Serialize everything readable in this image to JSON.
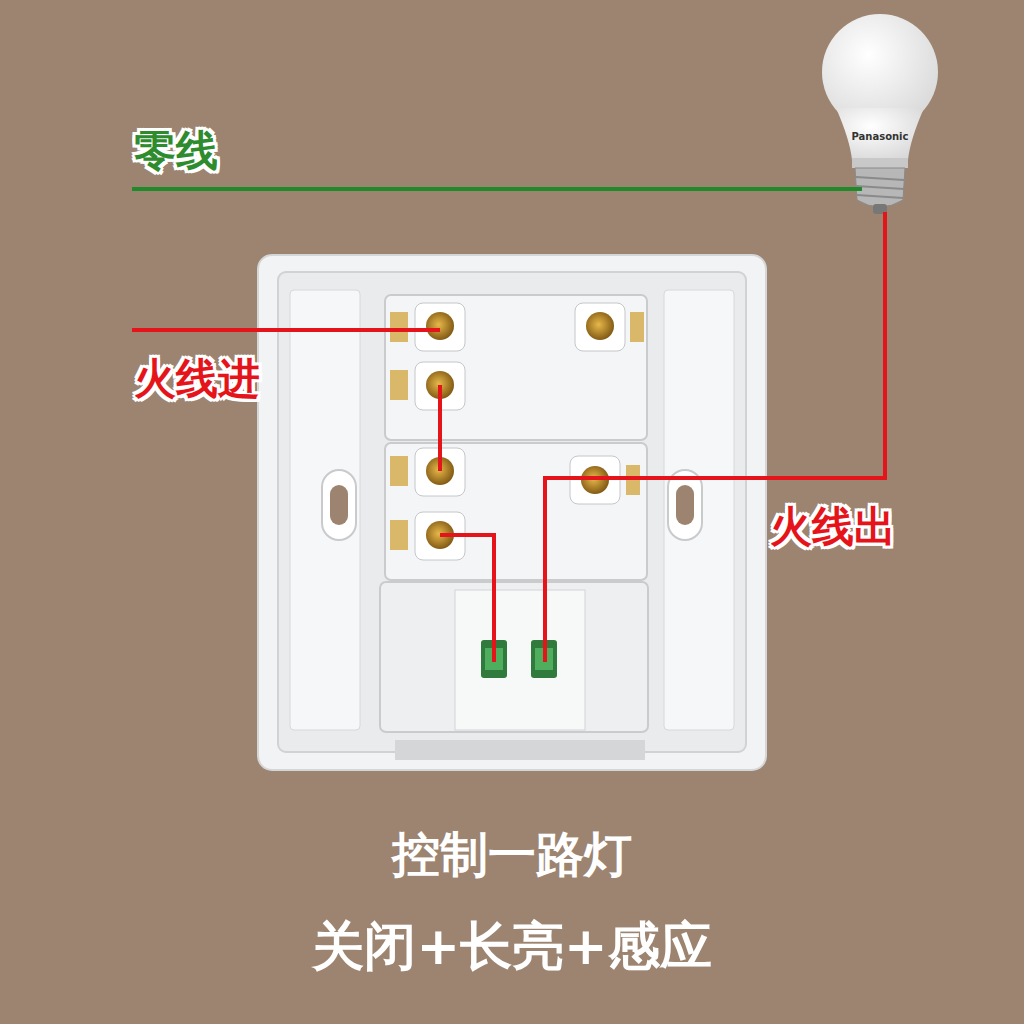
{
  "diagram": {
    "title": "控制一路灯",
    "caption": "关闭+长亮+感应",
    "labels": [
      "零线",
      "火线进",
      "火线出",
      "Panasonic"
    ]
  }
}
